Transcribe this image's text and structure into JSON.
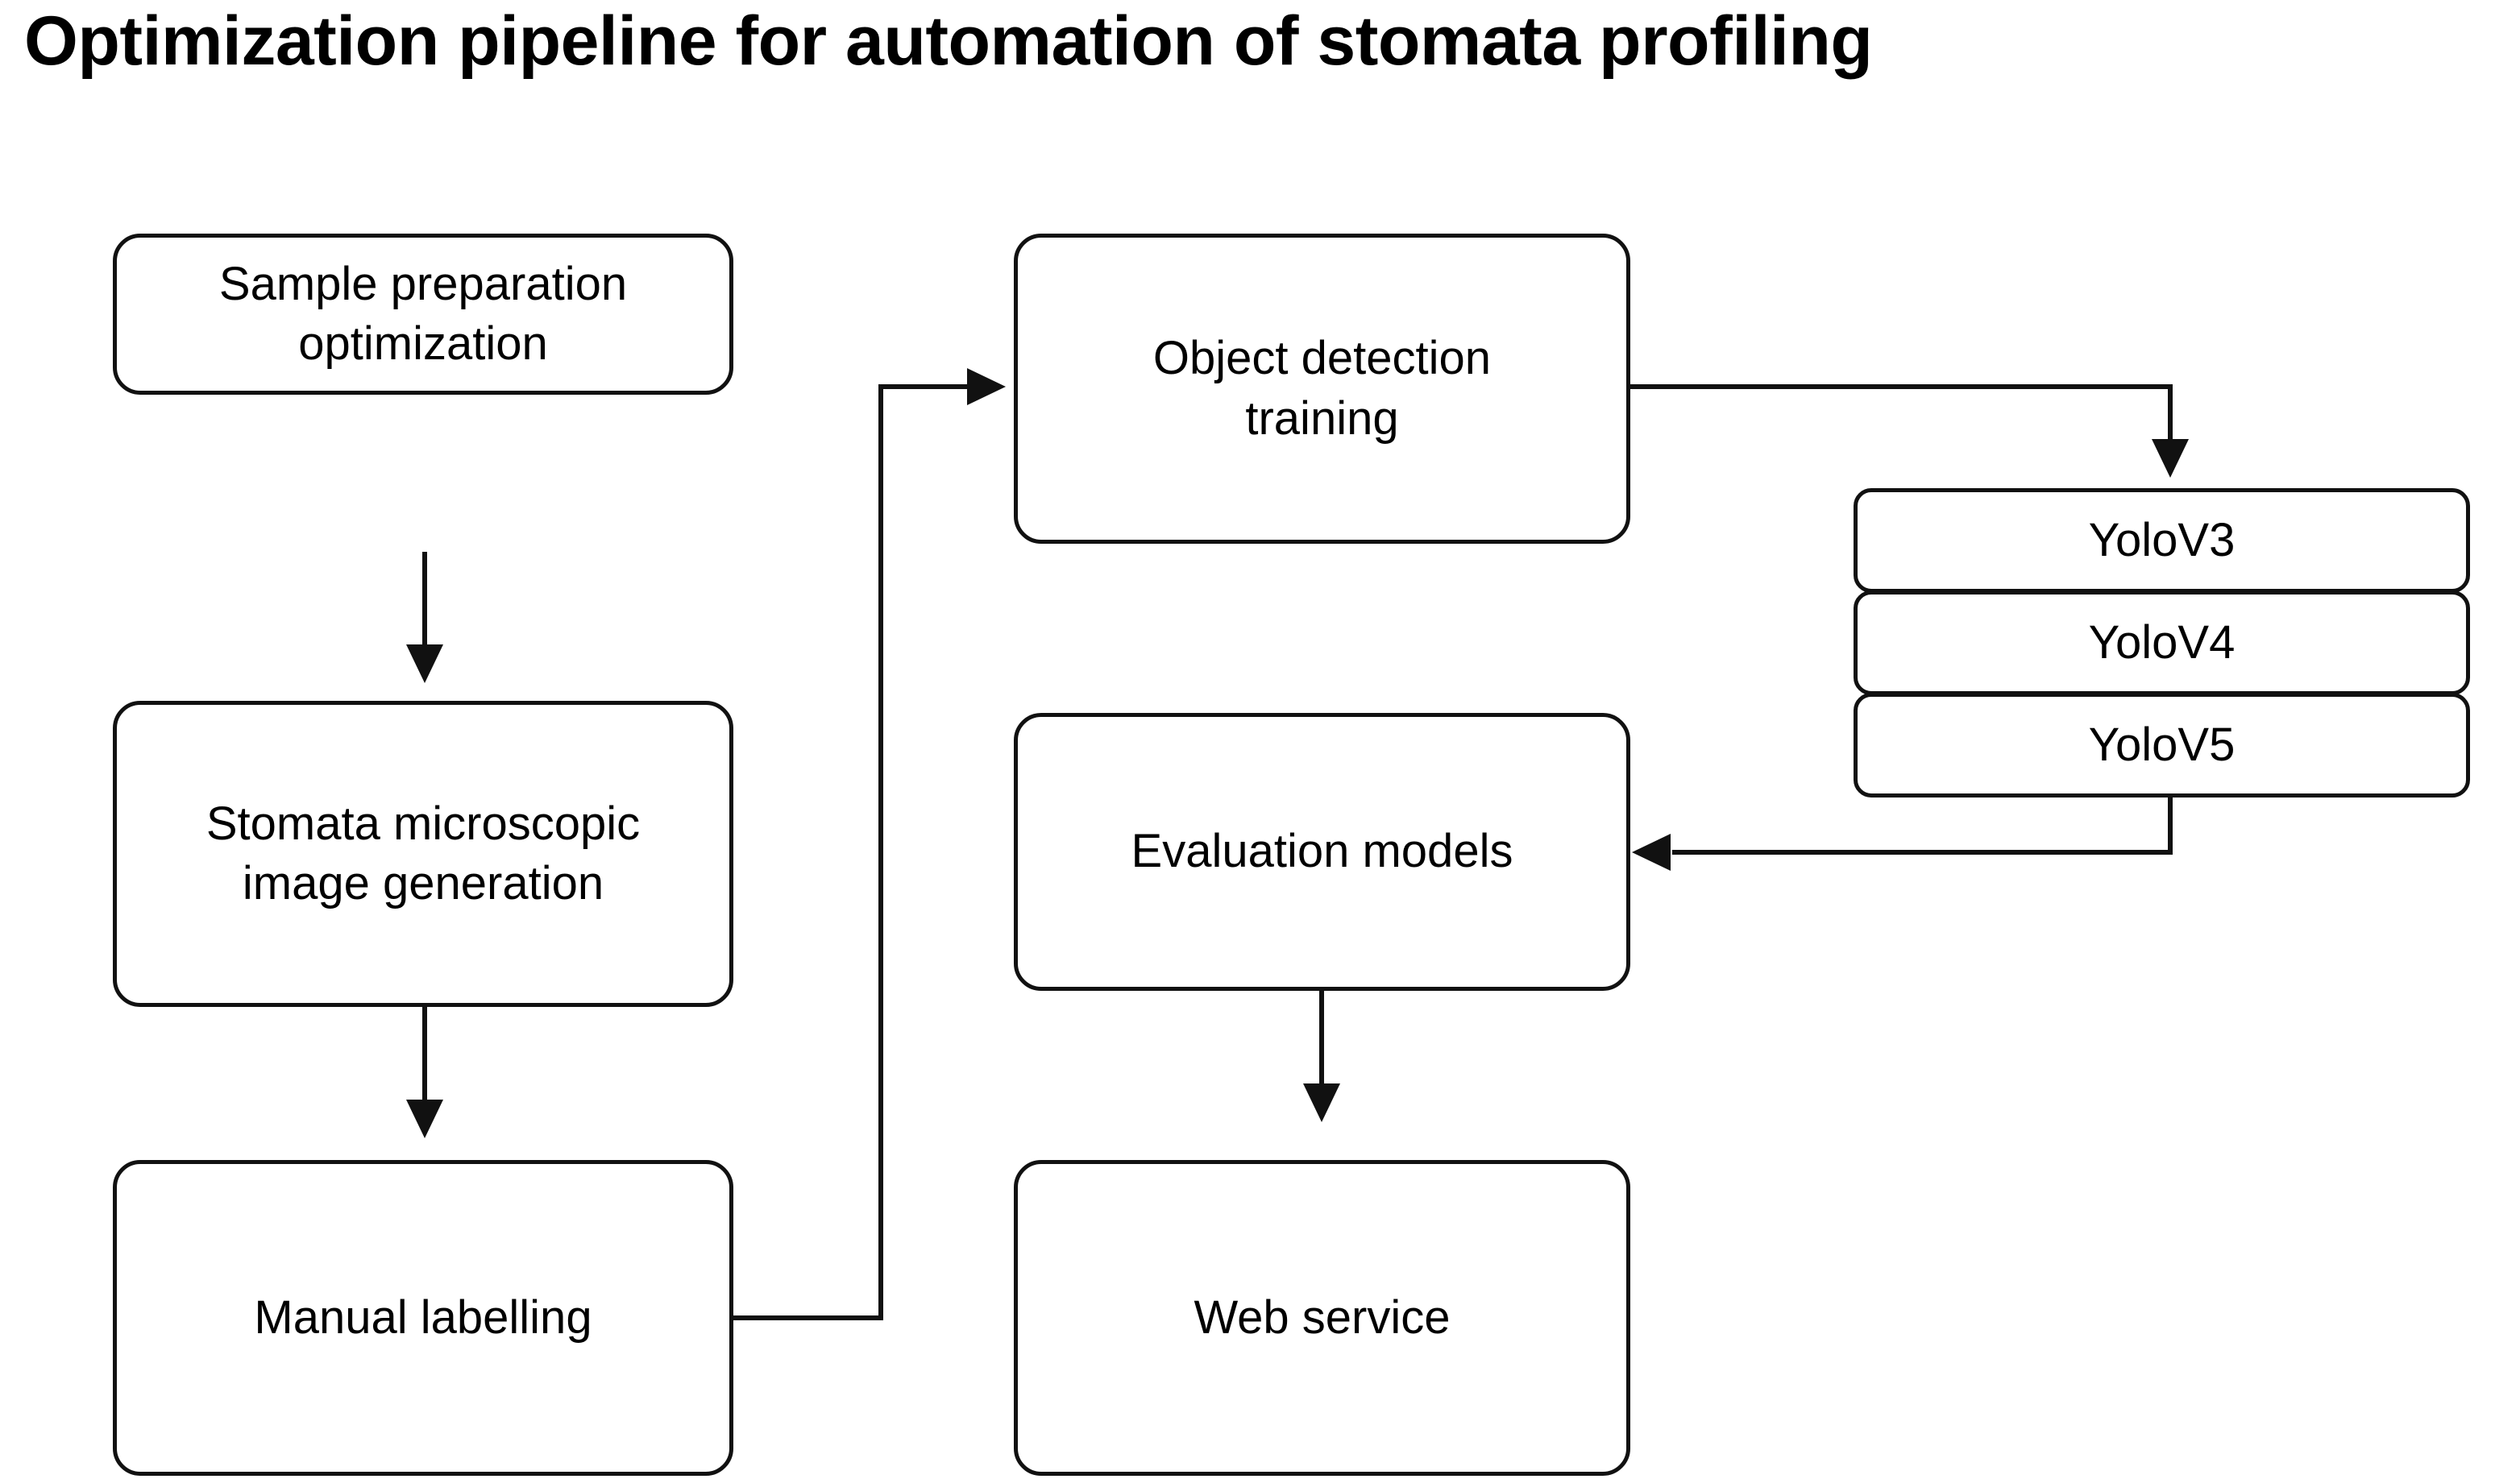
{
  "figure": {
    "title": "Optimization pipeline for automation of stomata profiling",
    "type": "flowchart",
    "background_color": "#ffffff",
    "stroke_color": "#111111",
    "text_color": "#000000"
  },
  "nodes": {
    "sample_preparation": {
      "label": "Sample preparation\noptimization"
    },
    "image_generation": {
      "label": "Stomata microscopic\nimage generation"
    },
    "manual_labelling": {
      "label": "Manual labelling"
    },
    "object_detection": {
      "label": "Object detection\ntraining"
    },
    "evaluation_models": {
      "label": "Evaluation models"
    },
    "web_service": {
      "label": "Web service"
    },
    "yolov3": {
      "label": "YoloV3"
    },
    "yolov4": {
      "label": "YoloV4"
    },
    "yolov5": {
      "label": "YoloV5"
    }
  },
  "edges": [
    {
      "from": "sample_preparation",
      "to": "image_generation",
      "arrow": "down"
    },
    {
      "from": "image_generation",
      "to": "manual_labelling",
      "arrow": "down"
    },
    {
      "from": "manual_labelling",
      "to": "object_detection",
      "arrow": "right"
    },
    {
      "from": "object_detection",
      "to": "yolov3",
      "arrow": "down"
    },
    {
      "from": "yolov5",
      "to": "evaluation_models",
      "arrow": "left"
    },
    {
      "from": "evaluation_models",
      "to": "web_service",
      "arrow": "down"
    }
  ]
}
